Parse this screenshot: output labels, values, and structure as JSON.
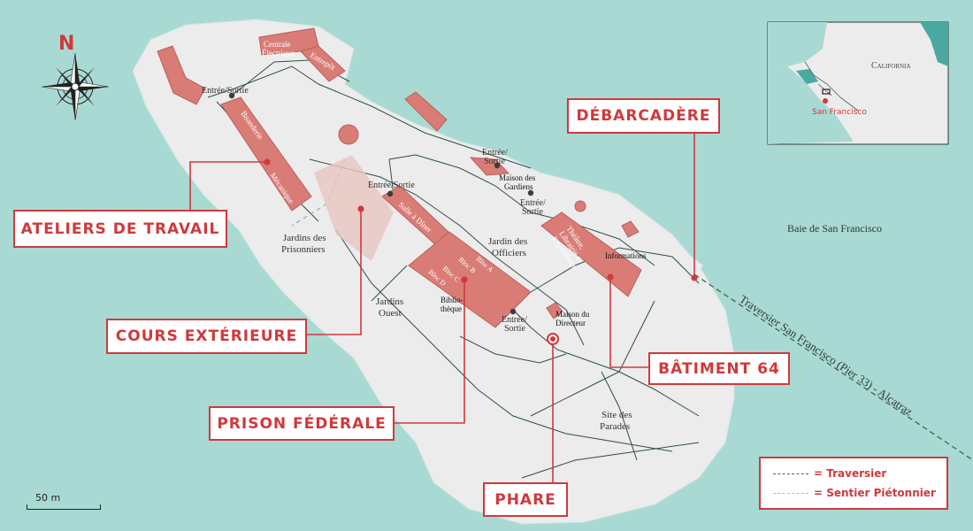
{
  "callouts": {
    "debarcadere": "DÉBARCADÈRE",
    "ateliers": "ATELIERS DE TRAVAIL",
    "cours": "COURS EXTÉRIEURE",
    "prison": "PRISON FÉDÉRALE",
    "batiment": "BÂTIMENT 64",
    "phare": "PHARE"
  },
  "labels": {
    "centrale1": "Centrale",
    "centrale2": "Électrique",
    "entrepot": "Entrepôt",
    "entree_nw": "Entrée/Sortie",
    "buanderie": "Buanderie",
    "mecanique": "Mécanique",
    "entree_e1": "Entrée/",
    "entree_e2": "Sortie",
    "maison_gardiens1": "Maison des",
    "maison_gardiens2": "Gardiens",
    "entree_se1": "Entrée/",
    "entree_se2": "Sortie",
    "entree_c": "Entrée/Sortie",
    "salle_diner": "Salle à Dîner",
    "jardin_prisonniers1": "Jardins des",
    "jardin_prisonniers2": "Prisonniers",
    "jardin_officiers1": "Jardin des",
    "jardin_officiers2": "Officiers",
    "bloc_a": "Bloc A",
    "bloc_b": "Bloc B",
    "bloc_c": "Bloc C",
    "bloc_d": "Bloc D",
    "bibliotheque1": "Biblio-",
    "bibliotheque2": "thèque",
    "entree_s1": "Entrée/",
    "entree_s2": "Sortie",
    "maison_directeur1": "Maison du",
    "maison_directeur2": "Directeur",
    "jardins_ouest1": "Jardins",
    "jardins_ouest2": "Ouest",
    "theatre1": "Théâtre,",
    "theatre2": "Librairie et",
    "theatre3": "Expositions",
    "informations": "Informations",
    "site_parades1": "Site des",
    "site_parades2": "Parades",
    "baie": "Baie de San Francisco",
    "ferry_route": "Traversier San Francisco (Pier 33) - Alcatraz"
  },
  "compass": {
    "north": "N"
  },
  "inset": {
    "state": "California",
    "city": "San Francisco"
  },
  "legend": {
    "traversier": "= Traversier",
    "sentier": "= Sentier Piétonnier"
  },
  "scale": {
    "label": "50 m"
  },
  "colors": {
    "water": "#a9d9d3",
    "land": "#ececec",
    "building": "#d97c75",
    "accent": "#d0393c",
    "inset_land": "#4aa9a0"
  }
}
